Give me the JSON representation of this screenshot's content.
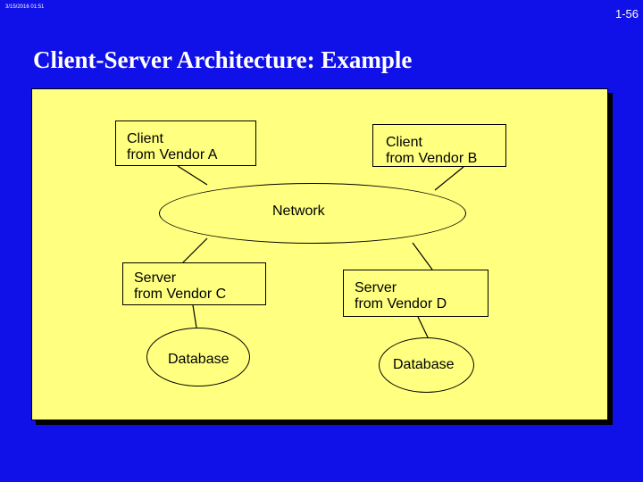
{
  "header": {
    "timestamp": "3/15/2016 01:51",
    "page_number": "1-56"
  },
  "slide": {
    "title": "Client-Server Architecture:  Example"
  },
  "diagram": {
    "client_a": {
      "line1": "Client",
      "line2": "from Vendor A"
    },
    "client_b": {
      "line1": "Client",
      "line2": "from Vendor B"
    },
    "network": {
      "label": "Network"
    },
    "server_c": {
      "line1": "Server",
      "line2": "from Vendor C"
    },
    "server_d": {
      "line1": "Server",
      "line2": "from Vendor D"
    },
    "database_c": {
      "label": "Database"
    },
    "database_d": {
      "label": "Database"
    }
  },
  "colors": {
    "background": "#1010e8",
    "panel": "#ffff80",
    "outline": "#000000",
    "title_text": "#ffffff"
  }
}
